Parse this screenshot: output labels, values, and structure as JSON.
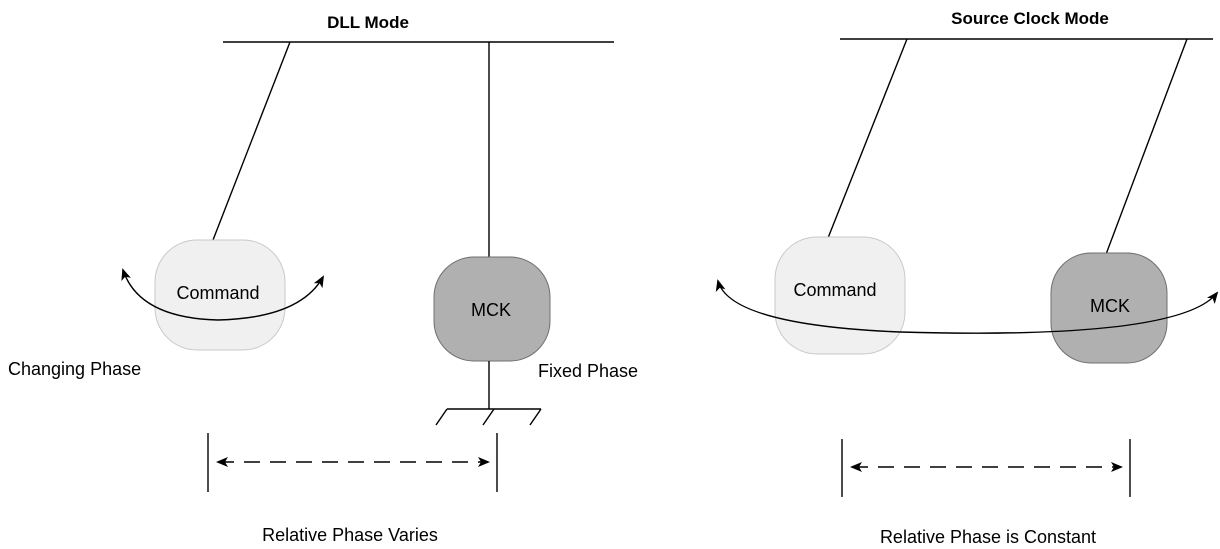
{
  "left_panel": {
    "title": "DLL Mode",
    "command_label": "Command",
    "mck_label": "MCK",
    "changing_phase": "Changing Phase",
    "fixed_phase": "Fixed Phase",
    "caption": "Relative Phase Varies"
  },
  "right_panel": {
    "title": "Source Clock Mode",
    "command_label": "Command",
    "mck_label": "MCK",
    "caption": "Relative Phase is Constant"
  },
  "colors": {
    "command_fill": "#f0f0f0",
    "mck_fill": "#b0b0b0",
    "line": "#000000"
  }
}
